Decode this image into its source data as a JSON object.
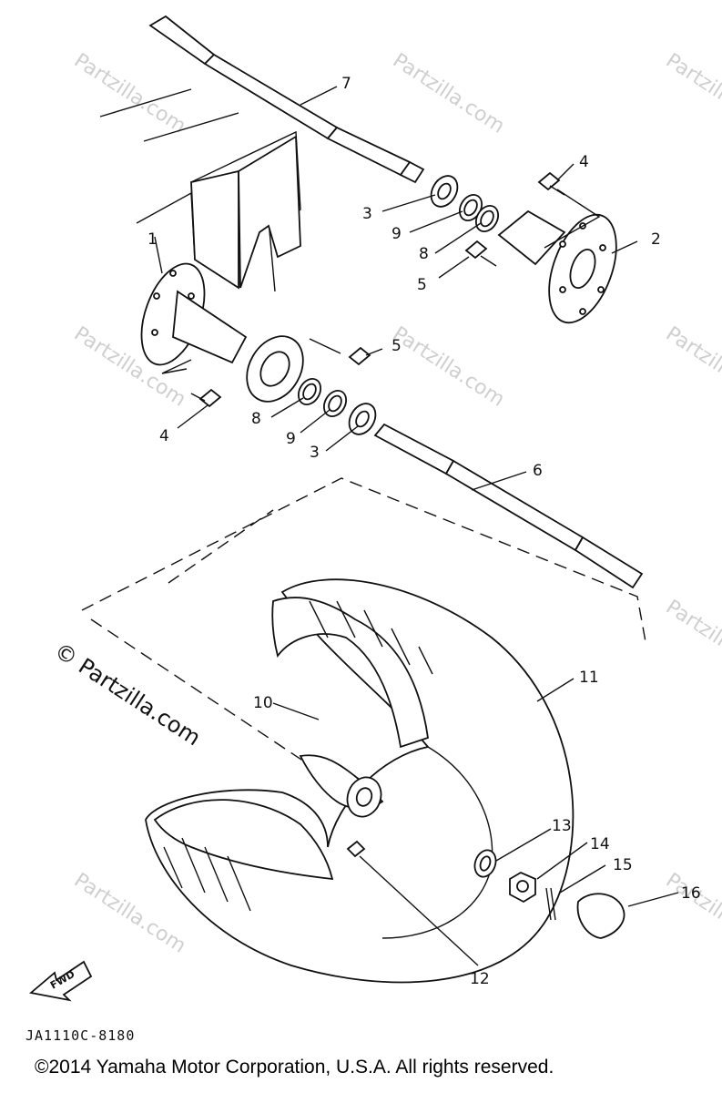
{
  "watermark": {
    "symbol": "©",
    "text": "Partzilla.com"
  },
  "callouts": [
    "1",
    "2",
    "3",
    "3",
    "4",
    "4",
    "5",
    "5",
    "6",
    "7",
    "8",
    "8",
    "9",
    "9",
    "10",
    "11",
    "12",
    "13",
    "14",
    "15",
    "16"
  ],
  "arrow_label": "FWD",
  "drawing_code": "JA1110C-8180",
  "copyright": "©2014 Yamaha Motor Corporation, U.S.A. All rights reserved.",
  "colors": {
    "ink": "#111111",
    "watermark": "#cfcfcf",
    "background": "#ffffff"
  }
}
